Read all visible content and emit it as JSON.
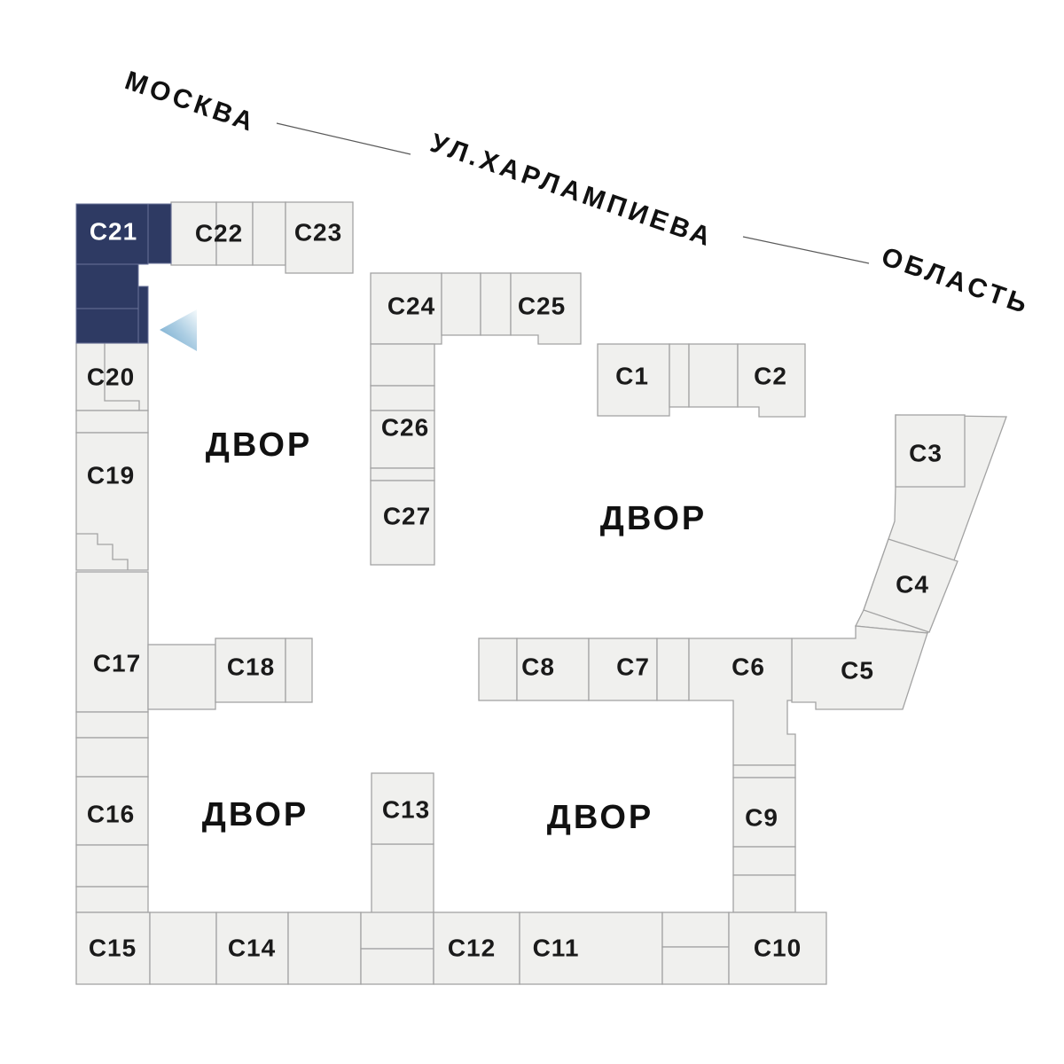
{
  "plan": {
    "selected_building": "С21",
    "streets": {
      "moscow": "МОСКВА",
      "kharlampieva": "УЛ.ХАРЛАМПИЕВА",
      "oblast": "ОБЛАСТЬ"
    },
    "courtyards": {
      "yard1": "ДВОР",
      "yard2": "ДВОР",
      "yard3": "ДВОР",
      "yard4": "ДВОР"
    },
    "buildings": {
      "c1": {
        "label": "С1"
      },
      "c2": {
        "label": "С2"
      },
      "c3": {
        "label": "С3"
      },
      "c4": {
        "label": "С4"
      },
      "c5": {
        "label": "С5"
      },
      "c6": {
        "label": "С6"
      },
      "c7": {
        "label": "С7"
      },
      "c8": {
        "label": "С8"
      },
      "c9": {
        "label": "С9"
      },
      "c10": {
        "label": "С10"
      },
      "c11": {
        "label": "С11"
      },
      "c12": {
        "label": "С12"
      },
      "c13": {
        "label": "С13"
      },
      "c14": {
        "label": "С14"
      },
      "c15": {
        "label": "С15"
      },
      "c16": {
        "label": "С16"
      },
      "c17": {
        "label": "С17"
      },
      "c18": {
        "label": "С18"
      },
      "c19": {
        "label": "С19"
      },
      "c20": {
        "label": "С20"
      },
      "c21": {
        "label": "С21"
      },
      "c22": {
        "label": "С22"
      },
      "c23": {
        "label": "С23"
      },
      "c24": {
        "label": "С24"
      },
      "c25": {
        "label": "С25"
      },
      "c26": {
        "label": "С26"
      },
      "c27": {
        "label": "С27"
      }
    },
    "colors": {
      "building_fill": "#f0f0ee",
      "building_border": "#a3a3a3",
      "selected_fill": "#2e3a63",
      "selected_text": "#ffffff",
      "label_text": "#1a1a1a",
      "arrow_dark": "#6aa5cb",
      "arrow_light": "#f5fafc"
    }
  }
}
